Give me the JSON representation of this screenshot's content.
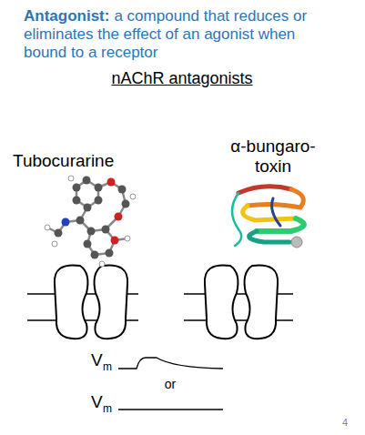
{
  "diagram": {
    "labels": [
      "Antagonist:",
      "a compound that reduces or eliminates the effect of an agonist when bound to a receptor",
      "nAChR antagonists",
      "Tubocurarine",
      "α-bungaro- toxin",
      "V",
      "m",
      "V",
      "m",
      "or",
      "4"
    ]
  }
}
